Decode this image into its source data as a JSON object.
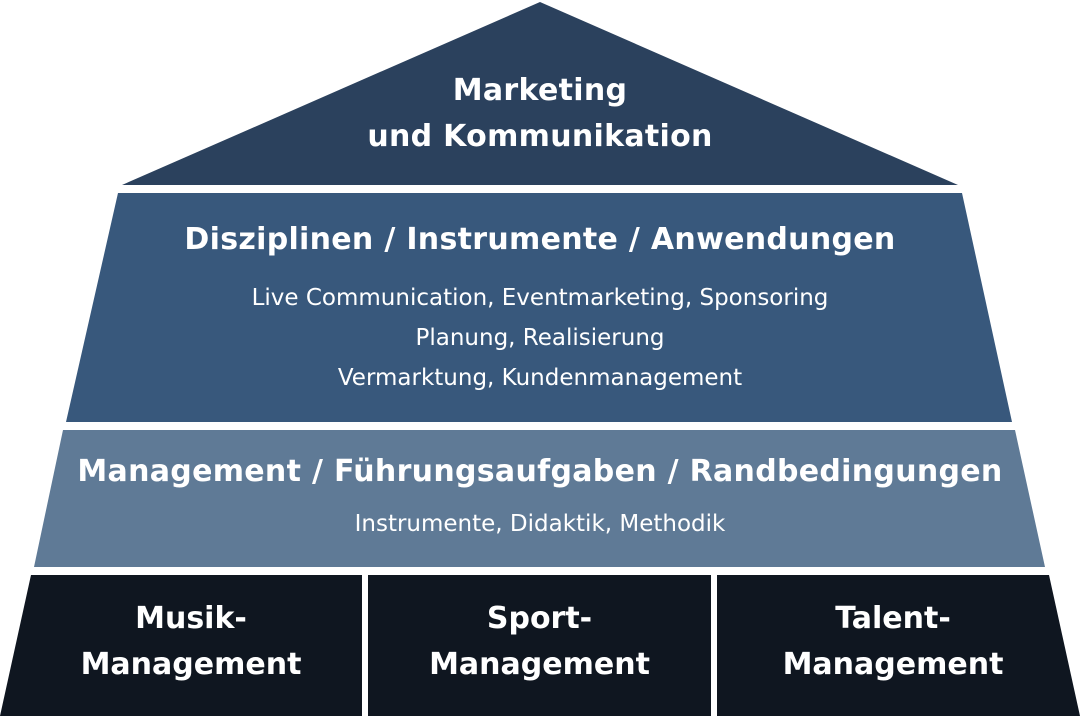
{
  "colors": {
    "roof": "#2b415d",
    "layer2": "#38587c",
    "layer3": "#5f7a96",
    "base": "#0f1620"
  },
  "roof": {
    "line1": "Marketing",
    "line2": "und Kommunikation"
  },
  "disciplines": {
    "title": "Disziplinen / Instrumente / Anwendungen",
    "lines": [
      "Live Communication, Eventmarketing, Sponsoring",
      "Planung, Realisierung",
      "Vermarktung, Kundenmanagement"
    ]
  },
  "management": {
    "title": "Management / Führungsaufgaben / Randbedingungen",
    "subtitle": "Instrumente, Didaktik, Methodik"
  },
  "pillars": [
    {
      "line1": "Musik-",
      "line2": "Management"
    },
    {
      "line1": "Sport-",
      "line2": "Management"
    },
    {
      "line1": "Talent-",
      "line2": "Management"
    }
  ]
}
